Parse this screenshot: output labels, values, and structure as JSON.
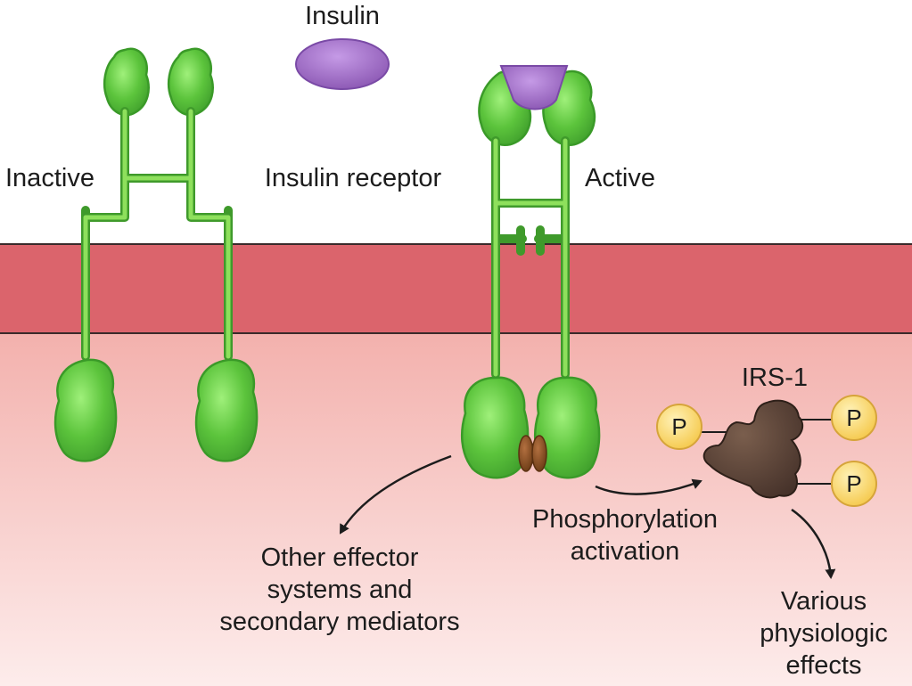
{
  "labels": {
    "insulin": "Insulin",
    "inactive": "Inactive",
    "insulin_receptor": "Insulin receptor",
    "active": "Active",
    "irs1": "IRS-1",
    "phosphate": "P",
    "phosphorylation": [
      "Phosphorylation",
      "activation"
    ],
    "other_effectors": [
      "Other effector",
      "systems and",
      "secondary mediators"
    ],
    "various_effects": [
      "Various",
      "physiologic",
      "effects"
    ]
  },
  "colors": {
    "receptor": "#5cc43c",
    "receptor_outline": "#3a9a28",
    "insulin": "#a070c6",
    "membrane": "#db646c",
    "cytoplasm_top": "#f3b1ad",
    "cytoplasm_bottom": "#fdeceb",
    "irs1": "#5c4437",
    "phosphate": "#fbd86a",
    "kinase": "#8a5426"
  }
}
